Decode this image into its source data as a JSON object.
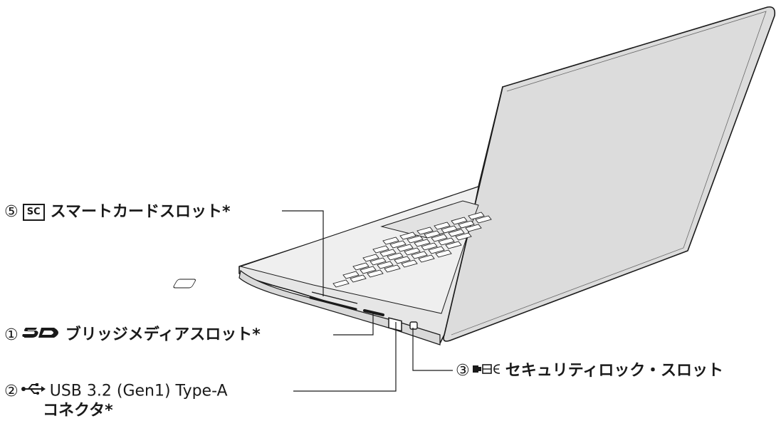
{
  "labels": {
    "smartcard": {
      "num": "⑤",
      "badge": "SC",
      "text": "スマートカードスロット*"
    },
    "sd": {
      "num": "①",
      "text": "ブリッジメディアスロット*"
    },
    "usb": {
      "num": "②",
      "line1": "USB 3.2 (Gen1) Type-A",
      "line2": "コネクタ*"
    },
    "security": {
      "num": "③",
      "text": "セキュリティロック・スロット"
    }
  },
  "icons": {
    "sd": "sd-card-logo-icon",
    "usb": "usb-symbol-icon",
    "security": "security-lock-icon"
  },
  "colors": {
    "line": "#1a1a1a",
    "body_fill": "#e6e6e6",
    "lid_fill": "#dcdcdc"
  }
}
